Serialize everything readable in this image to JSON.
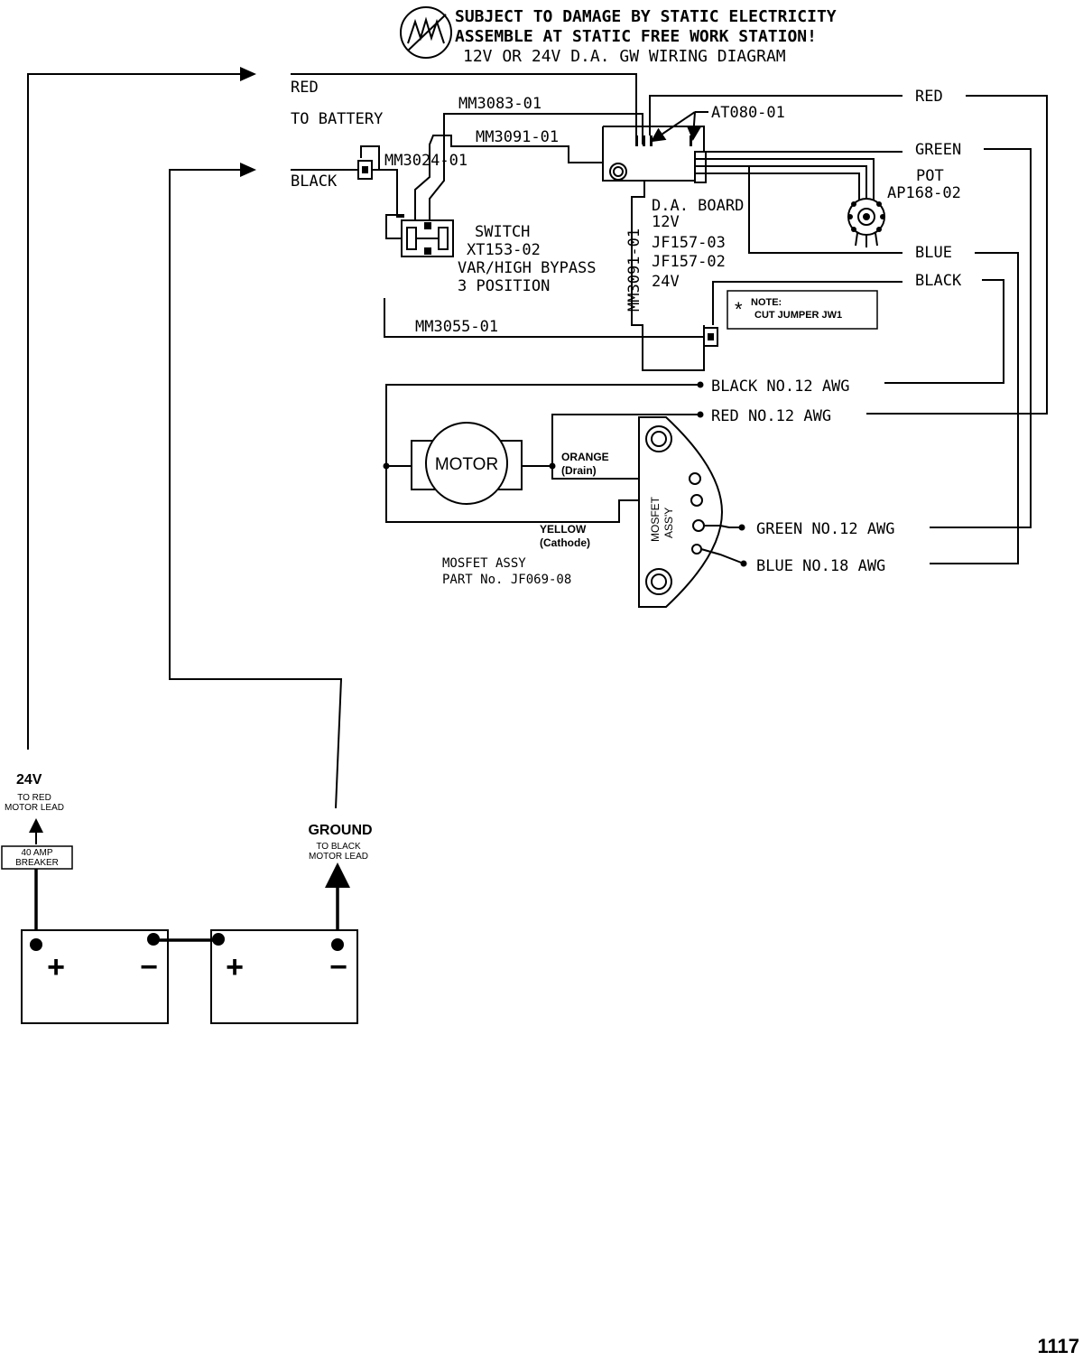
{
  "header": {
    "warning_line1": "SUBJECT TO DAMAGE BY STATIC ELECTRICITY",
    "warning_line2": "ASSEMBLE AT STATIC FREE WORK STATION!",
    "title": "12V OR 24V D.A. GW WIRING DIAGRAM"
  },
  "battery_leads": {
    "red": "RED",
    "to_battery": "TO BATTERY",
    "black": "BLACK"
  },
  "parts": {
    "mm3083": "MM3083-01",
    "mm3091_top": "MM3091-01",
    "mm3024": "MM3024-01",
    "at080": "AT080-01",
    "mm3091_vertical": "MM3091-01",
    "mm3055": "MM3055-01"
  },
  "switch": {
    "line1": "SWITCH",
    "line2": "XT153-02",
    "line3": "VAR/HIGH BYPASS",
    "line4": "3 POSITION"
  },
  "board": {
    "line1": "D.A. BOARD",
    "line2": "12V",
    "line3": "JF157-03",
    "line4": "JF157-02",
    "line5": "24V"
  },
  "pot": {
    "line1": "POT",
    "line2": "AP168-02"
  },
  "note": {
    "asterisk": "*",
    "line1": "NOTE:",
    "line2": "CUT JUMPER JW1"
  },
  "right_wires": {
    "red": "RED",
    "green": "GREEN",
    "blue": "BLUE",
    "black": "BLACK"
  },
  "awg": {
    "black12": "BLACK NO.12 AWG",
    "red12": "RED NO.12 AWG",
    "green12": "GREEN NO.12 AWG",
    "blue18": "BLUE NO.18 AWG"
  },
  "motor": {
    "label": "MOTOR",
    "orange": "ORANGE",
    "drain": "(Drain)",
    "yellow": "YELLOW",
    "cathode": "(Cathode)"
  },
  "mosfet": {
    "vertical1": "MOSFET",
    "vertical2": "ASS'Y",
    "assy_line1": "MOSFET ASSY",
    "assy_line2": "PART No. JF069-08"
  },
  "batteries": {
    "v24": "24V",
    "to_red_line1": "TO RED",
    "to_red_line2": "MOTOR LEAD",
    "breaker_line1": "40 AMP",
    "breaker_line2": "BREAKER",
    "ground": "GROUND",
    "to_black_line1": "TO BLACK",
    "to_black_line2": "MOTOR LEAD",
    "plus1": "+",
    "minus1": "−",
    "plus2": "+",
    "minus2": "−"
  },
  "page_number": "1117"
}
